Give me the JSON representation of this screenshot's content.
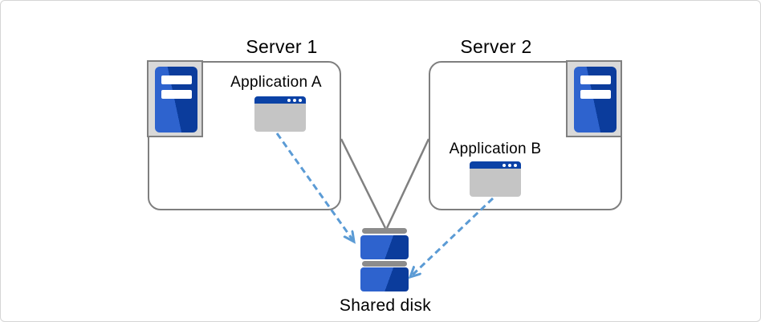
{
  "diagram": {
    "type": "cluster-architecture-diagram",
    "labels": {
      "server1": "Server 1",
      "server2": "Server 2",
      "app_a": "Application A",
      "app_b": "Application B",
      "shared_disk": "Shared disk"
    },
    "icons": {
      "server1": "server-tower-icon",
      "server2": "server-tower-icon",
      "app_a": "application-window-icon",
      "app_b": "application-window-icon",
      "shared_disk": "disk-stack-icon",
      "arrowhead": "chevron-arrowhead-icon"
    },
    "connections": [
      {
        "from": "server1-box",
        "to": "shared-disk",
        "style": "solid-gray-line"
      },
      {
        "from": "server2-box",
        "to": "shared-disk",
        "style": "solid-gray-line"
      },
      {
        "from": "application-a",
        "to": "shared-disk",
        "style": "dashed-blue-arrow"
      },
      {
        "from": "application-b",
        "to": "shared-disk",
        "style": "dashed-blue-arrow"
      }
    ],
    "colors": {
      "blue_light": "#2E63CE",
      "blue_dark": "#0B3C9C",
      "app_titlebar": "#0B42A6",
      "app_window_body": "#C5C5C5",
      "icon_frame_bg": "#D9D9D9",
      "icon_frame_border": "#808080",
      "box_border": "#7F7F7F",
      "line_gray": "#808080",
      "arrow_blue": "#5B9BD5",
      "disk_bar_gray": "#8C8C8C",
      "text": "#000000",
      "page_border": "#D5D5D5",
      "background": "#FFFFFF"
    }
  }
}
